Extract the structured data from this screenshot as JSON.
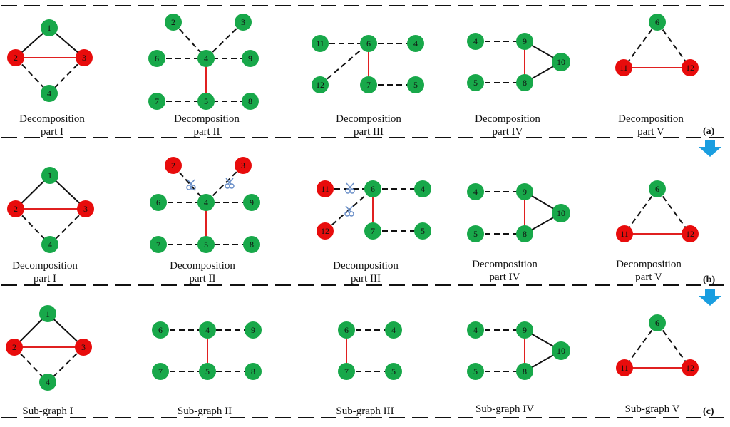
{
  "colors": {
    "green": "#18a84a",
    "red": "#e80c0c",
    "solid_edge": "#111111",
    "highlight_edge": "#e02020",
    "arrow": "#1a9ee0",
    "scissors": "#6a8fc8"
  },
  "rows": [
    {
      "tag": "(a)",
      "parts": [
        {
          "caption_line1": "Decomposition",
          "caption_line2": "part I"
        },
        {
          "caption_line1": "Decomposition",
          "caption_line2": "part II"
        },
        {
          "caption_line1": "Decomposition",
          "caption_line2": "part III"
        },
        {
          "caption_line1": "Decomposition",
          "caption_line2": "part IV"
        },
        {
          "caption_line1": "Decomposition",
          "caption_line2": "part V"
        }
      ]
    },
    {
      "tag": "(b)",
      "parts": [
        {
          "caption_line1": "Decomposition",
          "caption_line2": "part I"
        },
        {
          "caption_line1": "Decomposition",
          "caption_line2": "part II"
        },
        {
          "caption_line1": "Decomposition",
          "caption_line2": "part III"
        },
        {
          "caption_line1": "Decomposition",
          "caption_line2": "part IV"
        },
        {
          "caption_line1": "Decomposition",
          "caption_line2": "part V"
        }
      ]
    },
    {
      "tag": "(c)",
      "parts": [
        {
          "caption_line1": "Sub-graph I"
        },
        {
          "caption_line1": "Sub-graph II"
        },
        {
          "caption_line1": "Sub-graph III"
        },
        {
          "caption_line1": "Sub-graph IV"
        },
        {
          "caption_line1": "Sub-graph V"
        }
      ]
    }
  ],
  "nodes": {
    "n1": "1",
    "n2": "2",
    "n3": "3",
    "n4": "4",
    "n5": "5",
    "n6": "6",
    "n7": "7",
    "n8": "8",
    "n9": "9",
    "n10": "10",
    "n11": "11",
    "n12": "12"
  }
}
